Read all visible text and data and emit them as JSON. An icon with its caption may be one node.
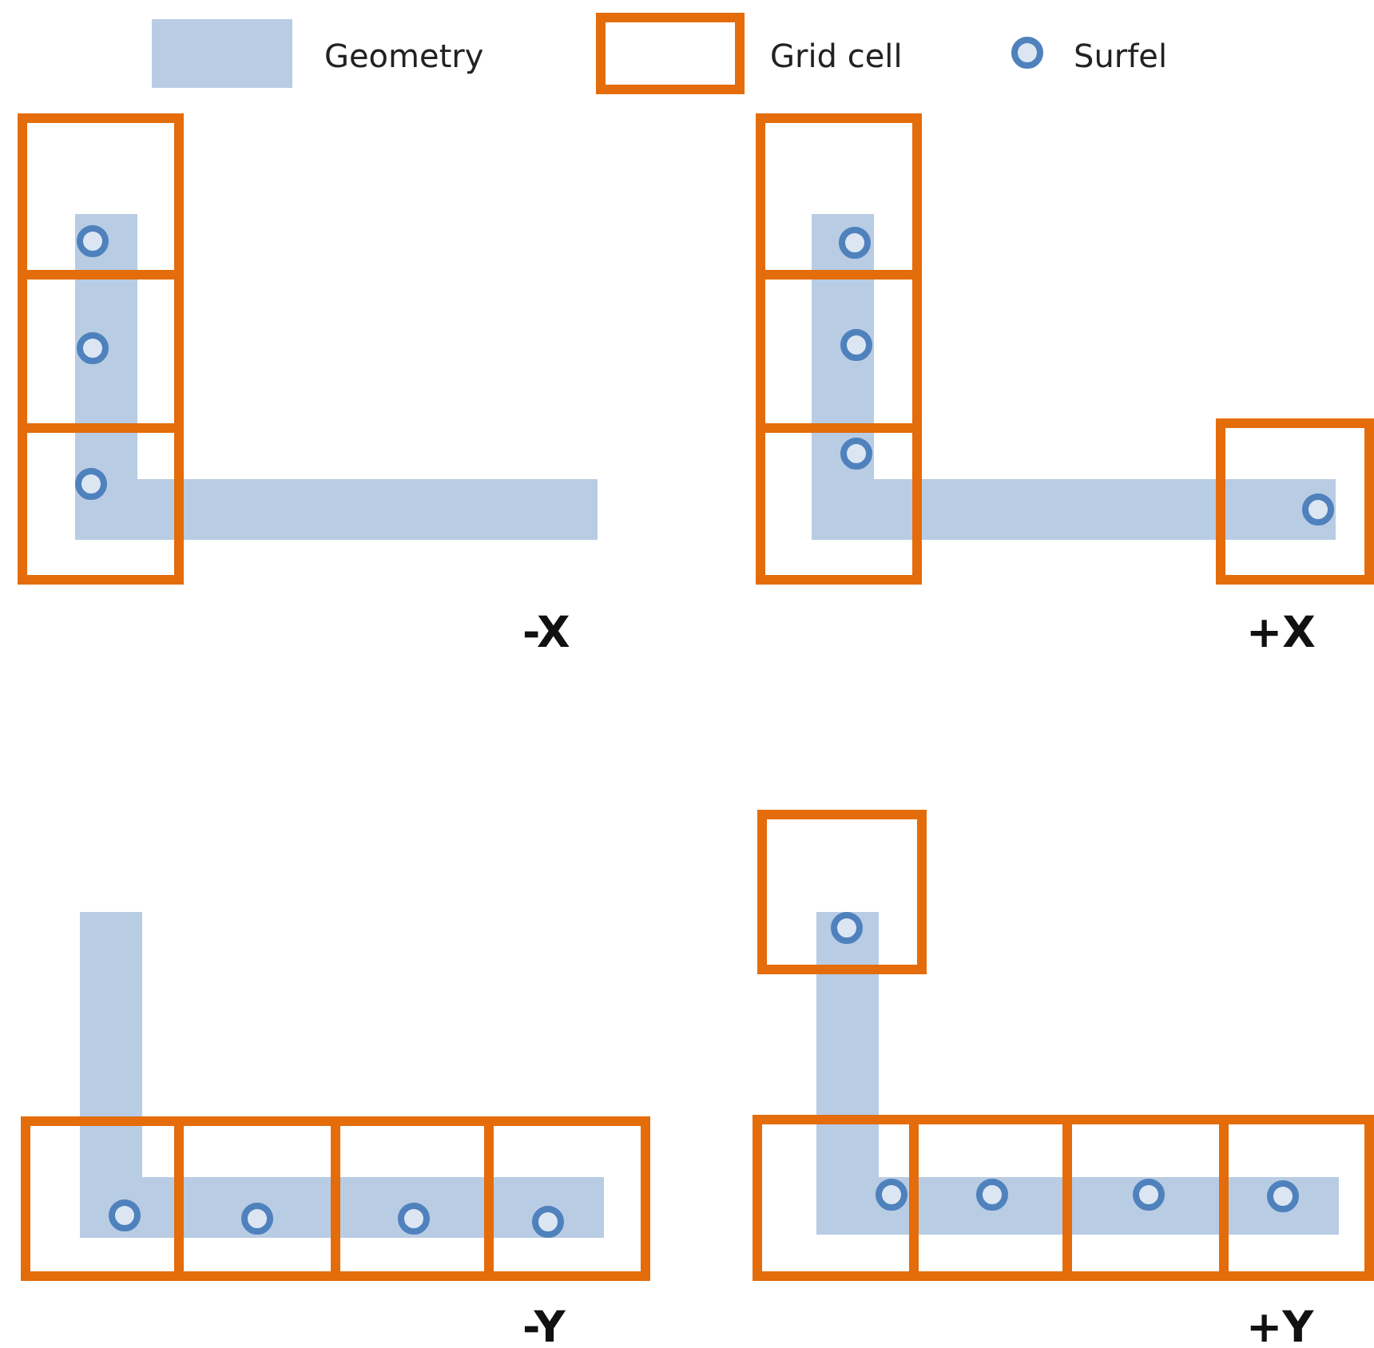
{
  "diagram": {
    "labels": [
      "-X",
      "+X",
      "-Y",
      "+Y"
    ],
    "legend": [
      {
        "text": "Geometry",
        "color": "#b8cce4"
      },
      {
        "text": "Grid cell"
      },
      {
        "text": "Surfel"
      }
    ]
  }
}
